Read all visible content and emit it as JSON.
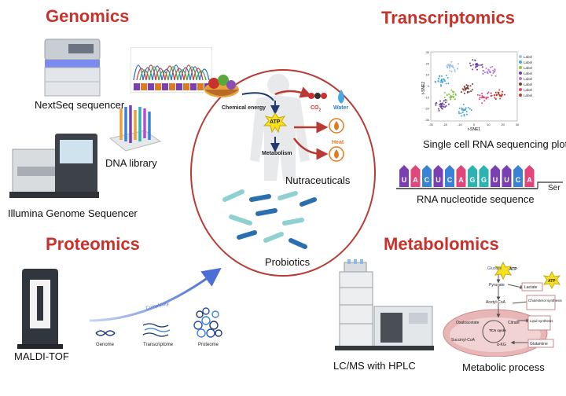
{
  "headings": {
    "genomics": "Genomics",
    "transcriptomics": "Transcriptomics",
    "proteomics": "Proteomics",
    "metabolomics": "Metabolomics"
  },
  "genomics": {
    "nextseq_label": "NextSeq sequencer",
    "dna_library_label": "DNA library",
    "illumina_label": "Illumina Genome Sequencer"
  },
  "transcriptomics": {
    "scrna_label": "Single cell RNA sequencing plot",
    "rna_label": "RNA nucleotide sequence",
    "rna_letters": [
      "U",
      "A",
      "C",
      "U",
      "C",
      "A",
      "G",
      "G",
      "U",
      "U",
      "C",
      "A"
    ],
    "ser_label": "Ser",
    "plot": {
      "xlabel": "t-SNE1",
      "ylabel": "t-SNE2",
      "x_ticks": [
        "-30",
        "-20",
        "-10",
        "0",
        "10",
        "20",
        "30"
      ],
      "y_ticks": [
        "30",
        "20",
        "10",
        "0",
        "-10",
        "-20",
        "-30"
      ],
      "legend": [
        {
          "label": "Label",
          "color": "#9ec3e6"
        },
        {
          "label": "Label",
          "color": "#4aa8d6"
        },
        {
          "label": "Label",
          "color": "#8bc34a"
        },
        {
          "label": "Label",
          "color": "#6a3fa0"
        },
        {
          "label": "Label",
          "color": "#b07ad0"
        },
        {
          "label": "Label",
          "color": "#7b3b2b"
        },
        {
          "label": "Label",
          "color": "#e0457b"
        },
        {
          "label": "Label",
          "color": "#c0392b"
        }
      ]
    }
  },
  "center": {
    "chemical_energy": "Chemical energy",
    "co2": "CO",
    "co2_sub": "2",
    "water": "Water",
    "atp": "ATP",
    "heat": "Heat",
    "metabolism": "Metabolism",
    "nutraceuticals": "Nutraceuticals",
    "probiotics": "Probiotics"
  },
  "proteomics": {
    "maldi_label": "MALDI-TOF",
    "complexity": "Complexity",
    "genome": "Genome",
    "transcriptome": "Transcriptome",
    "proteome": "Proteome"
  },
  "metabolomics": {
    "lcms_label": "LC/MS with HPLC",
    "process_label": "Metabolic process",
    "glucose": "Glucose",
    "pyruvate": "Pyruvate",
    "lactate": "Lactate",
    "acetyl_coa": "Acetyl-CoA",
    "cholesterol": "Cholesterol synthesis",
    "oxaloacetate": "Oxaloacetate",
    "citrate": "Citrate",
    "lipid": "Lipid synthesis",
    "tca": "TCA cycle",
    "succinyl": "Succinyl-CoA",
    "akg": "α-KG",
    "glutamine": "Glutamine",
    "atp": "ATP"
  },
  "colors": {
    "heading": "#c8322b",
    "circle": "#b83a33"
  }
}
